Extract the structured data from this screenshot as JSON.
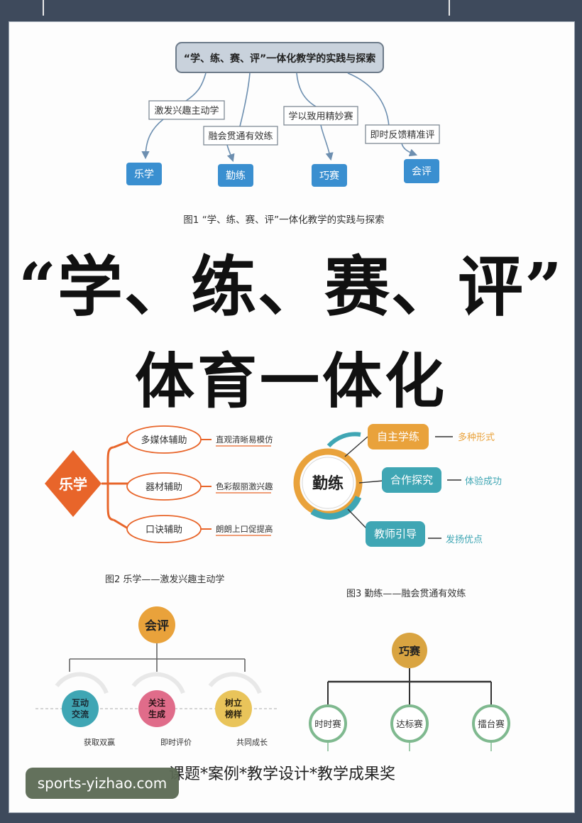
{
  "fig1": {
    "root": "“学、练、赛、评”一体化教学的实践与探索",
    "labels": [
      "激发兴趣主动学",
      "融会贯通有效练",
      "学以致用精妙赛",
      "即时反馈精准评"
    ],
    "leaves": [
      "乐学",
      "勤练",
      "巧赛",
      "会评"
    ],
    "caption": "图1 “学、练、赛、评”一体化教学的实践与探索"
  },
  "headline": {
    "line1": "“学、练、赛、评”",
    "line2": "体育一体化"
  },
  "fig2": {
    "center": "乐学",
    "items": [
      "多媒体辅助",
      "器材辅助",
      "口诀辅助"
    ],
    "notes": [
      "直观清晰易模仿",
      "色彩靓丽激兴趣",
      "朗朗上口促提高"
    ],
    "caption": "图2 乐学——激发兴趣主动学"
  },
  "fig3": {
    "center": "勤练",
    "items": [
      "自主学练",
      "合作探究",
      "教师引导"
    ],
    "notes": [
      "多种形式",
      "体验成功",
      "发扬优点"
    ],
    "caption": "图3 勤练——融会贯通有效练"
  },
  "fig4": {
    "center": "会评",
    "items": [
      "互动交流",
      "关注生成",
      "树立榜样"
    ],
    "item_lines": [
      [
        "互动",
        "交流"
      ],
      [
        "关注",
        "生成"
      ],
      [
        "树立",
        "榜样"
      ]
    ],
    "notes": [
      "获取双赢",
      "即时评价",
      "共同成长"
    ]
  },
  "fig5": {
    "center": "巧赛",
    "items": [
      "时时赛",
      "达标赛",
      "擂台赛"
    ]
  },
  "footer": "课题*案例*教学设计*教学成果奖",
  "watermark": "sports-yizhao.com",
  "colors": {
    "blue": "#3a8fd0",
    "orange": "#e8652a",
    "gold": "#e9a23b",
    "teal": "#3fa6b4",
    "pink": "#e06c8a",
    "tan": "#d9a441"
  }
}
